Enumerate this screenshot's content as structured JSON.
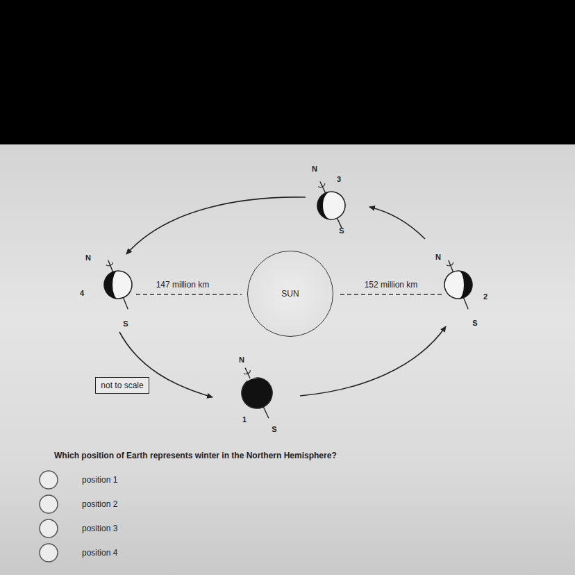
{
  "diagram": {
    "nodes": [
      {
        "text": [
          "SUN"
        ]
      },
      {
        "text": [
          "not to scale"
        ]
      }
    ],
    "labels": [
      "N",
      "3",
      "S",
      "N",
      "N",
      "4",
      "147 million km",
      "152 million km",
      "2",
      "S",
      "S",
      "N",
      "1",
      "S",
      "Which position of Earth represents winter in the Northern Hemisphere?",
      "position 1",
      "position 2",
      "position 3",
      "position 4"
    ]
  }
}
